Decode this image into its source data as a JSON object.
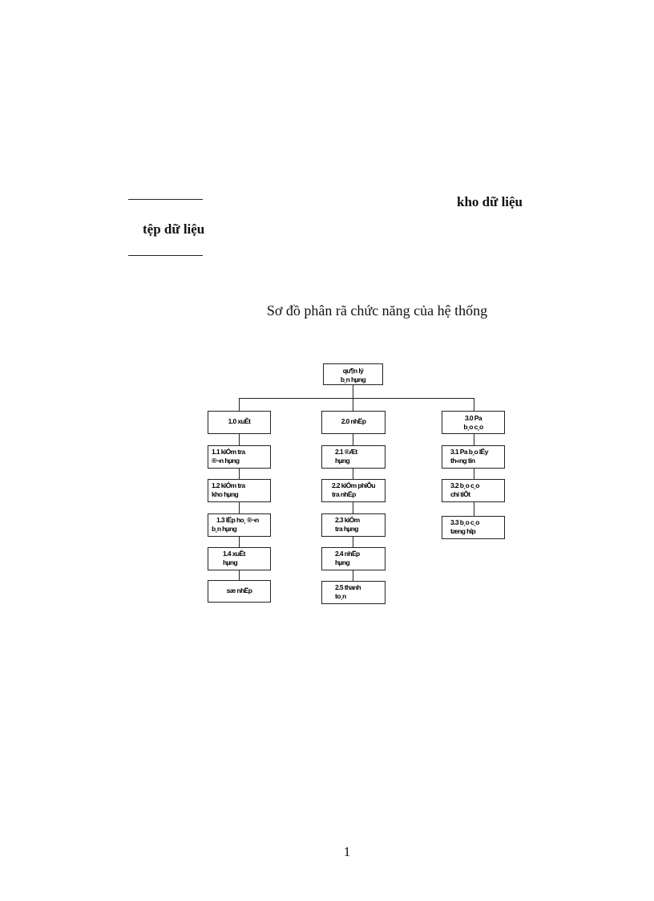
{
  "legend": {
    "data_store_label": "kho dữ liệu",
    "data_file_label": "tệp dữ liệu"
  },
  "diagram": {
    "caption": "Sơ đồ phân rã chức năng của hệ thống",
    "root": {
      "line1": "qu¶n lý",
      "line2": "b¸n hµng"
    },
    "columns": [
      {
        "header": {
          "line1": "1.0 xuÊt",
          "line2": ""
        },
        "items": [
          {
            "line1": "1.1 kiÓm tra",
            "line2": "®¬n hµng"
          },
          {
            "line1": "1.2 kiÓm tra",
            "line2": "kho hµng"
          },
          {
            "line1": "1.3 lËp ho¸ ®¬n",
            "line2": "b¸n hµng"
          },
          {
            "line1": "1.4 xuÊt",
            "line2": "hµng"
          },
          {
            "line1": "sæ nhËp",
            "line2": ""
          }
        ]
      },
      {
        "header": {
          "line1": "2.0 nhËp",
          "line2": ""
        },
        "items": [
          {
            "line1": "2.1 ®Æt",
            "line2": "hµng"
          },
          {
            "line1": "2.2 kiÓm phiÕu",
            "line2": "tra nhËp"
          },
          {
            "line1": "2.3 kiÓm",
            "line2": "tra hµng"
          },
          {
            "line1": "2.4 nhËp",
            "line2": "hµng"
          },
          {
            "line1": "2.5 thanh",
            "line2": "to¸n"
          }
        ]
      },
      {
        "header": {
          "line1": "3.0 Pa",
          "line2": "b¸o c¸o"
        },
        "items": [
          {
            "line1": "3.1 Pa b¸o lÊy",
            "line2": "th«ng tin"
          },
          {
            "line1": "3.2 b¸o c¸o",
            "line2": "chi tiÕt"
          },
          {
            "line1": "3.3 b¸o c¸o",
            "line2": "tæng hîp"
          }
        ]
      }
    ]
  },
  "footer": {
    "page_number": "1"
  }
}
